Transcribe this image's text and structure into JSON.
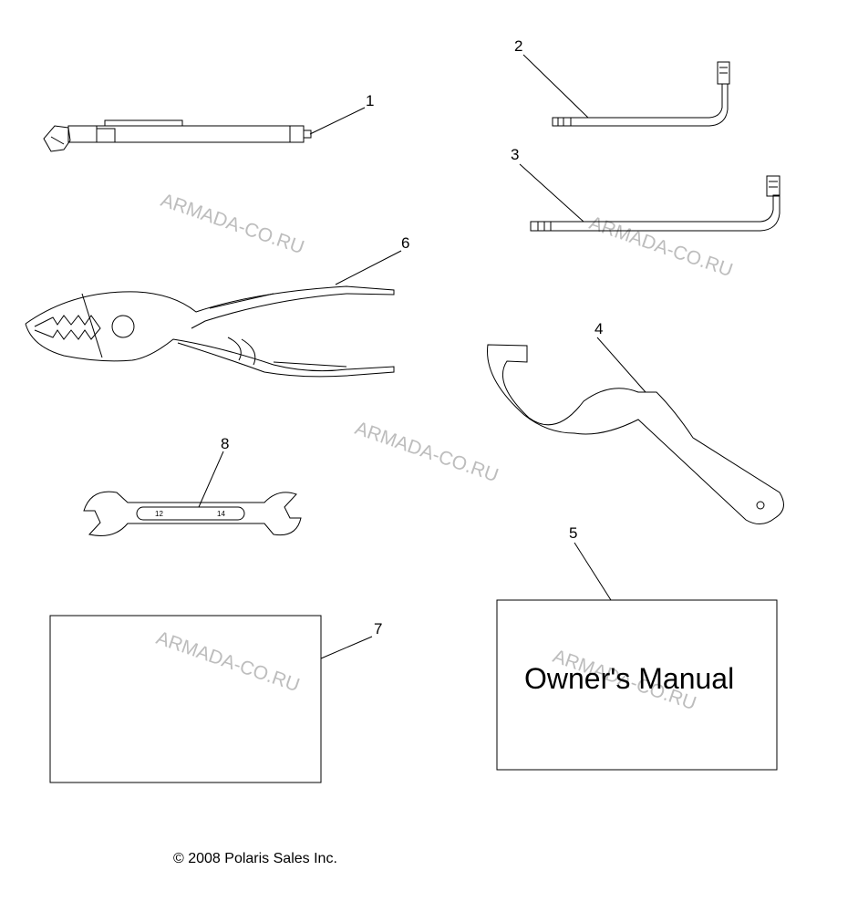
{
  "parts": [
    {
      "id": "tire-gauge",
      "callout": "1"
    },
    {
      "id": "hex-key-short",
      "callout": "2"
    },
    {
      "id": "hex-key-long",
      "callout": "3"
    },
    {
      "id": "spanner-wrench",
      "callout": "4"
    },
    {
      "id": "owners-manual",
      "callout": "5"
    },
    {
      "id": "pliers",
      "callout": "6"
    },
    {
      "id": "card",
      "callout": "7"
    },
    {
      "id": "open-end-wrench",
      "callout": "8"
    }
  ],
  "manual": {
    "title": "Owner's Manual"
  },
  "wrench": {
    "size_left": "12",
    "size_right": "14"
  },
  "watermark": "ARMADA-CO.RU",
  "copyright": "© 2008 Polaris Sales Inc."
}
